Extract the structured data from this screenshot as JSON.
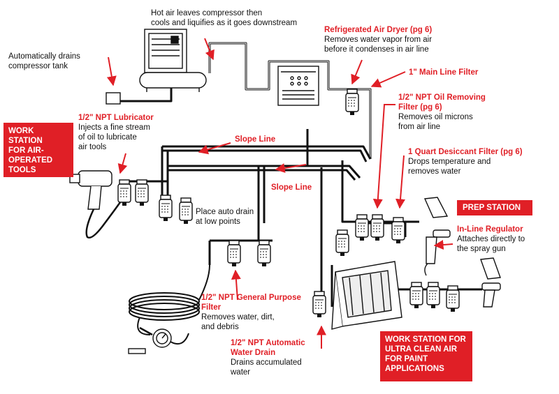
{
  "colors": {
    "accent": "#e01f26",
    "line": "#111111"
  },
  "labels": {
    "auto_drain_tank": "Automatically drains\ncompressor tank",
    "hot_air": "Hot air leaves compressor then\ncools and liquifies as it goes downstream",
    "dryer_title": "Refrigerated Air Dryer (pg 6)",
    "dryer_desc": "Removes water vapor from air\nbefore it condenses in air line",
    "main_filter": "1\" Main Line Filter",
    "oil_filter_title": "1/2\" NPT Oil Removing\nFilter (pg 6)",
    "oil_filter_desc": "Removes oil microns\nfrom air line",
    "lubricator_title": "1/2\" NPT Lubricator",
    "lubricator_desc": "Injects a fine stream\nof oil to lubricate\nair tools",
    "slope_line_1": "Slope Line",
    "slope_line_2": "Slope Line",
    "desiccant_title": "1 Quart Desiccant Filter (pg 6)",
    "desiccant_desc": "Drops temperature and\nremoves water",
    "auto_drain_low": "Place auto drain\nat low points",
    "regulator_title": "In-Line Regulator",
    "regulator_desc": "Attaches directly to\nthe spray gun",
    "general_filter_title": "1/2\" NPT General Purpose\nFilter",
    "general_filter_desc": "Removes water, dirt,\nand debris",
    "water_drain_title": "1/2\" NPT Automatic\nWater Drain",
    "water_drain_desc": "Drains accumulated\nwater"
  },
  "boxes": {
    "work_station_air": "WORK STATION\nFOR AIR-\nOPERATED\nTOOLS",
    "prep_station": "PREP STATION",
    "work_station_paint": "WORK STATION FOR\nULTRA CLEAN AIR\nFOR PAINT\nAPPLICATIONS"
  },
  "icons": [
    "air-compressor-icon",
    "refrigerated-dryer-icon",
    "filter-unit-icon",
    "air-impact-wrench-icon",
    "spray-gun-icon",
    "paint-booth-icon",
    "air-hose-coil-icon",
    "tire-gauge-icon"
  ]
}
